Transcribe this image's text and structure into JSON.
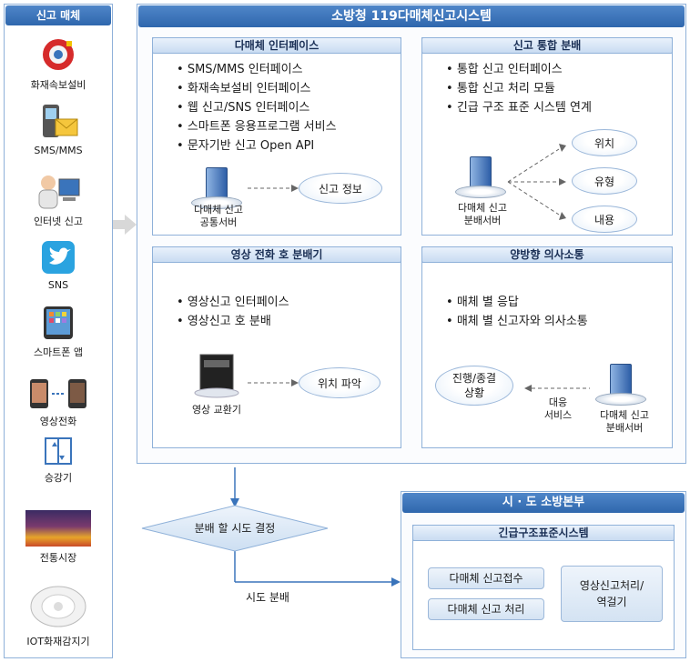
{
  "sidebar": {
    "title": "신고 매체",
    "items": [
      {
        "label": "화재속보설비",
        "icon": "fire-alarm-icon"
      },
      {
        "label": "SMS/MMS",
        "icon": "phone-mail-icon"
      },
      {
        "label": "인터넷 신고",
        "icon": "computer-user-icon"
      },
      {
        "label": "SNS",
        "icon": "twitter-icon"
      },
      {
        "label": "스마트폰 앱",
        "icon": "tablet-icon"
      },
      {
        "label": "영상전화",
        "icon": "video-call-icon"
      },
      {
        "label": "승강기",
        "icon": "elevator-icon"
      },
      {
        "label": "전통시장",
        "icon": "market-icon"
      },
      {
        "label": "IOT화재감지기",
        "icon": "smoke-detector-icon"
      }
    ]
  },
  "main": {
    "title": "소방청 119다매체신고시스템",
    "multimedia": {
      "title": "다매체 인터페이스",
      "bullets": [
        "SMS/MMS 인터페이스",
        "화재속보설비 인터페이스",
        "웹 신고/SNS 인터페이스",
        "스마트폰 응용프로그램 서비스",
        "문자기반 신고 Open API"
      ],
      "server_label": "다매체 신고\n공통서버",
      "cloud": "신고 정보"
    },
    "integrated": {
      "title": "신고 통합 분배",
      "bullets": [
        "통합 신고 인터페이스",
        "통합 신고 처리 모듈",
        "긴급 구조 표준 시스템 연계"
      ],
      "server_label": "다매체 신고\n분배서버",
      "clouds": [
        "위치",
        "유형",
        "내용"
      ]
    },
    "video": {
      "title": "영상 전화 호 분배기",
      "bullets": [
        "영상신고 인터페이스",
        "영상신고 호 분배"
      ],
      "device_label": "영상 교환기",
      "cloud": "위치 파악"
    },
    "twoway": {
      "title": "양방향 의사소통",
      "bullets": [
        "매체 별 응답",
        "매체 별 신고자와 의사소통"
      ],
      "cloud": "진행/종결\n상황",
      "arrow_label": "대응\n서비스",
      "server_label": "다매체 신고\n분배서버"
    }
  },
  "decision": "분배 할 시도 결정",
  "distribution_label": "시도 분배",
  "regional": {
    "title": "시 · 도 소방본부",
    "system_title": "긴급구조표준시스템",
    "items": [
      "다매체 신고접수",
      "다매체 신고 처리"
    ],
    "side_box": "영상신고처리/\n역걸기"
  },
  "colors": {
    "header": "#3a74bb",
    "border": "#8fb1d9"
  }
}
